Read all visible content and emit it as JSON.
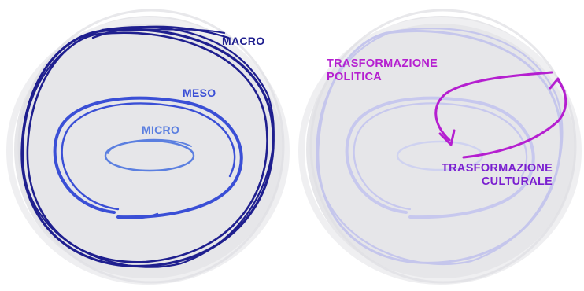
{
  "colors": {
    "background_disc": "#e8e8ea",
    "macro": "#1f1f8f",
    "meso": "#3a4fd6",
    "micro": "#5b7fe0",
    "faded_rings": "#c7c8ee",
    "arrow": "#b51fd0",
    "label_culturale": "#7a1fd0"
  },
  "left_panel": {
    "labels": {
      "macro": "MACRO",
      "meso": "MESO",
      "micro": "MICRO"
    }
  },
  "right_panel": {
    "labels": {
      "trasformazione_politica_line1": "TRASFORMAZIONE",
      "trasformazione_politica_line2": "POLITICA",
      "trasformazione_culturale_line1": "TRASFORMAZIONE",
      "trasformazione_culturale_line2": "CULTURALE"
    }
  }
}
